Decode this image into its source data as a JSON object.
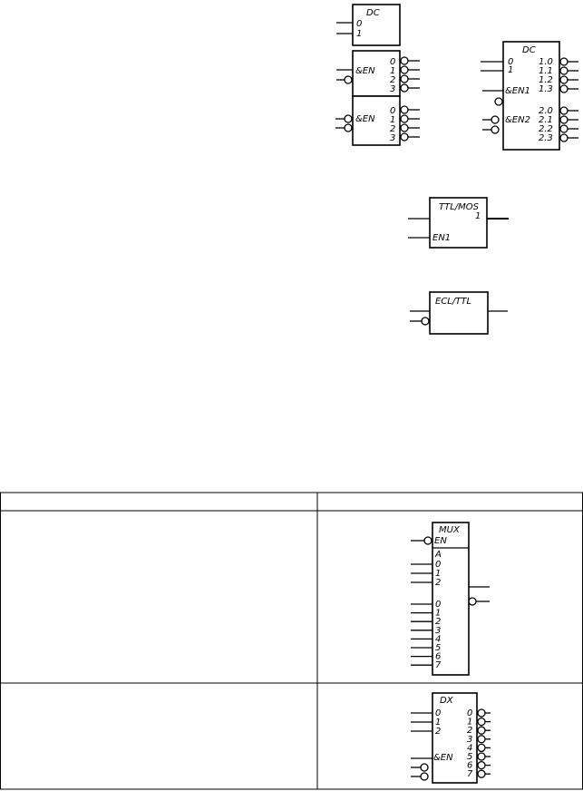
{
  "symbols": {
    "dc_split": {
      "title": "DC",
      "addr_inputs": [
        "0",
        "1"
      ],
      "sections": [
        {
          "enable": "&EN",
          "outputs": [
            "0",
            "1",
            "2",
            "3"
          ]
        },
        {
          "enable": "&EN",
          "outputs": [
            "0",
            "1",
            "2",
            "3"
          ]
        }
      ]
    },
    "dc_dual": {
      "title": "DC",
      "addr_inputs": [
        "0",
        "1"
      ],
      "enables": [
        "&EN1",
        "&EN2"
      ],
      "outputs_1": [
        "1.0",
        "1.1",
        "1.2",
        "1.3"
      ],
      "outputs_2": [
        "2.0",
        "2.1",
        "2.2",
        "2.3"
      ]
    },
    "ttl_mos": {
      "title": "TTL/MOS",
      "output_label": "1",
      "input_label": "EN1"
    },
    "ecl_ttl": {
      "title": "ECL/TTL"
    },
    "mux": {
      "title": "MUX",
      "enable": "EN",
      "addr_label": "A",
      "addr": [
        "0",
        "1",
        "2"
      ],
      "data": [
        "0",
        "1",
        "2",
        "3",
        "4",
        "5",
        "6",
        "7"
      ]
    },
    "dx": {
      "title": "DX",
      "inputs": [
        "0",
        "1",
        "2"
      ],
      "enable": "&EN",
      "outputs": [
        "0",
        "1",
        "2",
        "3",
        "4",
        "5",
        "6",
        "7"
      ]
    }
  },
  "table": {
    "headers": [
      "",
      ""
    ],
    "rows": [
      {
        "text": ""
      },
      {
        "text": ""
      }
    ]
  }
}
